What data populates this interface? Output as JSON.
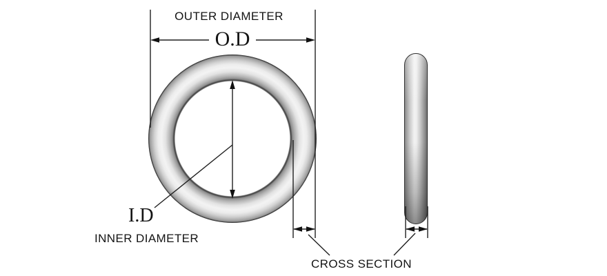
{
  "diagram": {
    "title": "O-ring dimension diagram",
    "views": {
      "front": "oring-front-view",
      "side": "oring-side-view"
    },
    "labels": {
      "outer_diameter": "OUTER DIAMETER",
      "od_abbrev": "O.D",
      "id_abbrev": "I.D",
      "inner_diameter": "INNER DIAMETER",
      "cross_section": "CROSS SECTION"
    },
    "colors": {
      "background": "#ffffff",
      "line": "#1f1f1f",
      "text": "#141414",
      "ring_outline": "#2f2f2f",
      "ring_highlight": "#f3f3f3",
      "ring_mid_gray": "#b5b5b5",
      "side_dark_edge": "#707070"
    }
  }
}
